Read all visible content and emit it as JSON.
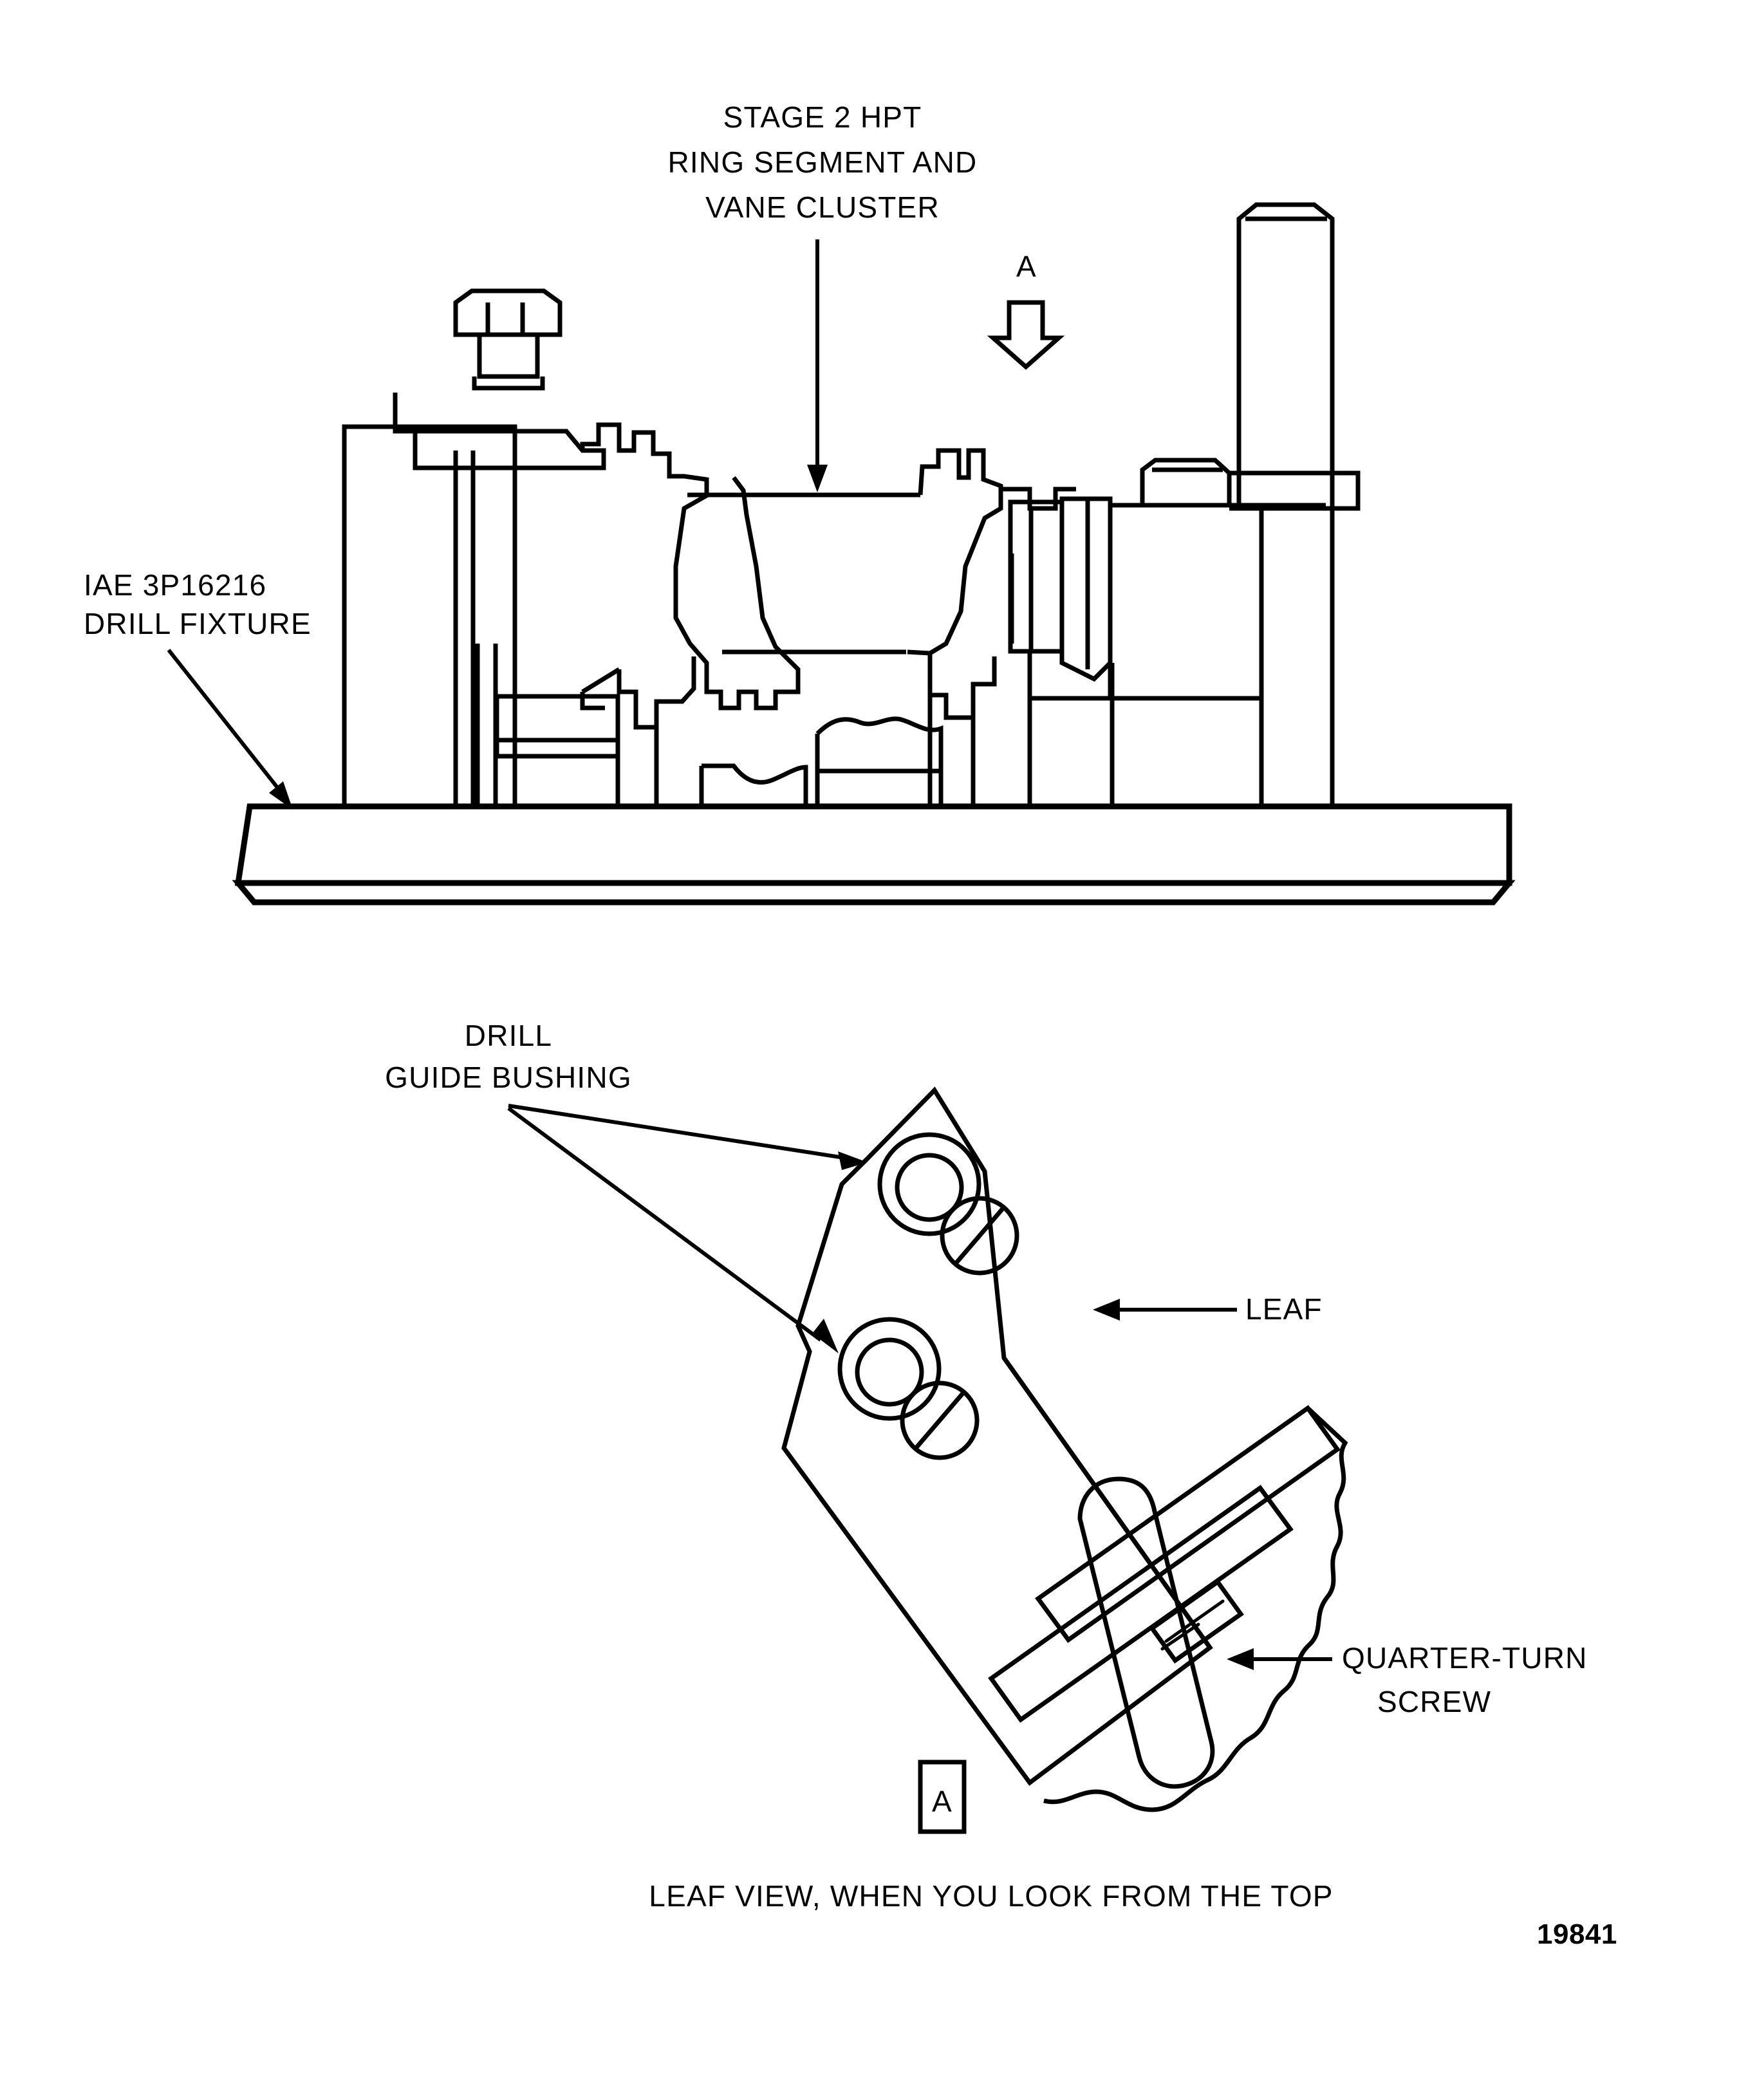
{
  "figure": {
    "number": "19841",
    "caption": "LEAF VIEW, WHEN YOU LOOK FROM THE TOP"
  },
  "upper_view": {
    "title_lines": [
      "STAGE 2 HPT",
      "RING SEGMENT AND",
      "VANE CLUSTER"
    ],
    "fixture_label_lines": [
      "IAE 3P16216",
      "DRILL FIXTURE"
    ],
    "view_arrow_letter": "A"
  },
  "lower_view": {
    "bushing_label_lines": [
      "DRILL",
      "GUIDE BUSHING"
    ],
    "leaf_label": "LEAF",
    "screw_label_lines": [
      "QUARTER-TURN",
      "SCREW"
    ],
    "view_marker_letter": "A"
  },
  "colors": {
    "line": "#000000",
    "background": "#ffffff"
  }
}
